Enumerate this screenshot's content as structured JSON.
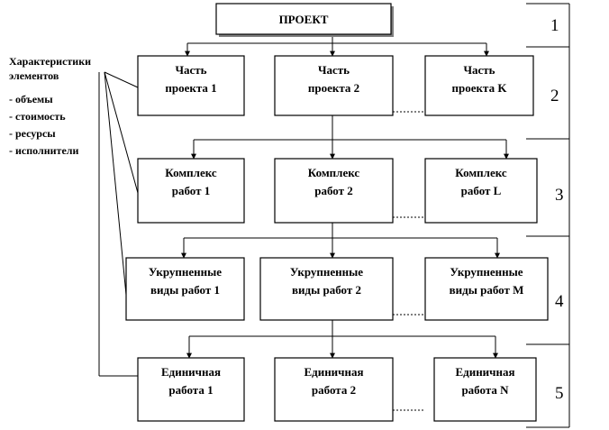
{
  "project": [
    "ПРОЕКТ"
  ],
  "level2": {
    "part_1": [
      "Часть",
      "проекта 1"
    ],
    "part_2": [
      "Часть",
      "проекта 2"
    ],
    "part_k": [
      "Часть",
      "проекта K"
    ]
  },
  "level3": {
    "complex_1": [
      "Комплекс",
      "работ 1"
    ],
    "complex_2": [
      "Комплекс",
      "работ 2"
    ],
    "complex_l": [
      "Комплекс",
      "работ L"
    ]
  },
  "level4": {
    "enlarged_1": [
      "Укрупненные",
      "виды работ 1"
    ],
    "enlarged_2": [
      "Укрупненные",
      "виды работ 2"
    ],
    "enlarged_m": [
      "Укрупненные",
      "виды работ M"
    ]
  },
  "level5": {
    "unit_1": [
      "Единичная",
      "работа 1"
    ],
    "unit_2": [
      "Единичная",
      "работа 2"
    ],
    "unit_n": [
      "Единичная",
      "работа N"
    ]
  },
  "levels": [
    "1",
    "2",
    "3",
    "4",
    "5"
  ],
  "characteristics": {
    "title": [
      "Характеристики",
      "элементов"
    ],
    "items": [
      "- объемы",
      "- стоимость",
      "- ресурсы",
      "- исполнители"
    ]
  }
}
